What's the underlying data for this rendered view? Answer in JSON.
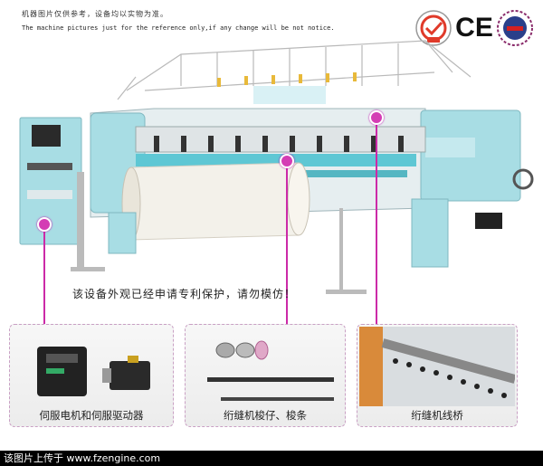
{
  "notice": {
    "cn": "机器图片仅供参考，设备均以实物为准。",
    "en": "The machine pictures just for the reference only,if any change will be not notice."
  },
  "logos": [
    "sgs-quality-seal-icon",
    "ce-mark-icon",
    "certification-badge-icon"
  ],
  "ce_text": "CE",
  "patent_notice": "该设备外观已经申请专利保护，请勿模仿！",
  "panels": [
    {
      "caption": "伺服电机和伺服驱动器"
    },
    {
      "caption": "绗缝机梭仔、梭条"
    },
    {
      "caption": "绗缝机线桥"
    }
  ],
  "footer": "该图片上传于 www.fzengine.com",
  "colors": {
    "accent": "#d43cb4",
    "machine": "#a8dde4",
    "footer_bg": "#000000"
  }
}
